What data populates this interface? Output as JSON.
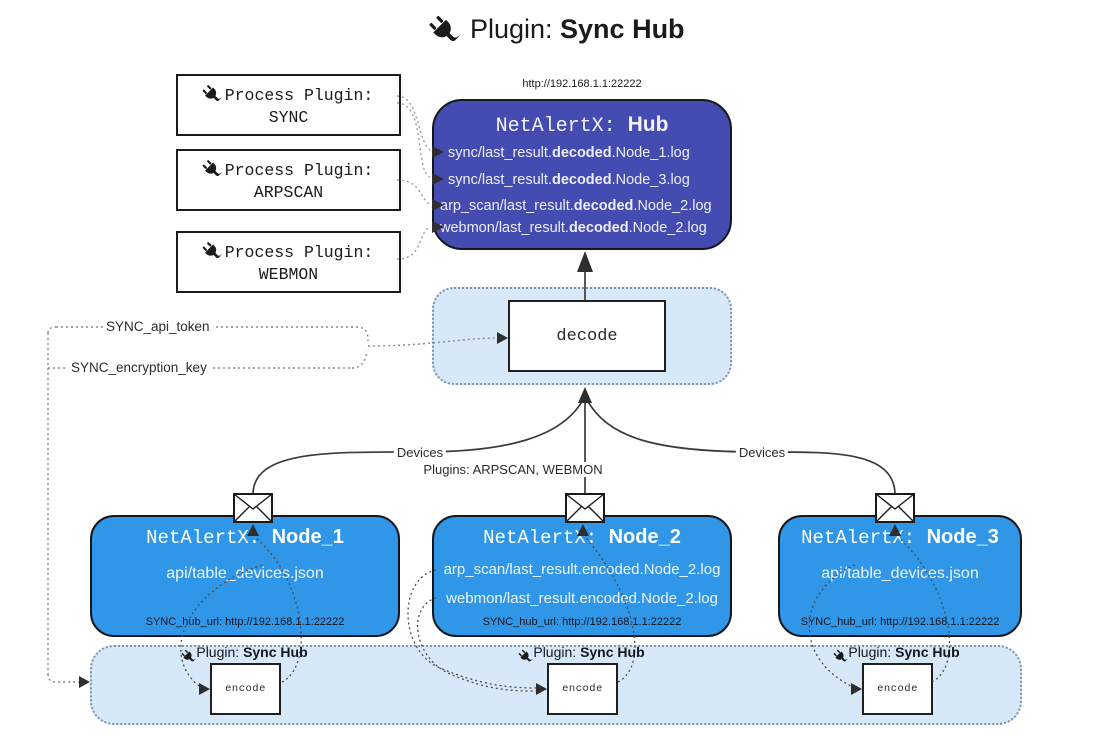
{
  "title": {
    "icon": "plug-icon",
    "prefix": "Plugin:",
    "name": "Sync Hub"
  },
  "process_plugins": [
    {
      "label": "Process Plugin:",
      "name": "SYNC"
    },
    {
      "label": "Process Plugin:",
      "name": "ARPSCAN"
    },
    {
      "label": "Process Plugin:",
      "name": "WEBMON"
    }
  ],
  "hub": {
    "url": "http://192.168.1.1:22222",
    "title_prefix": "NetAlertX: ",
    "title_name": "Hub",
    "rows": [
      {
        "pre": "sync/last_result.",
        "bold": "decoded",
        "post": ".Node_1.log"
      },
      {
        "pre": "sync/last_result.",
        "bold": "decoded",
        "post": ".Node_3.log"
      },
      {
        "pre": "arp_scan/last_result.",
        "bold": "decoded",
        "post": ".Node_2.log"
      },
      {
        "pre": "webmon/last_result.",
        "bold": "decoded",
        "post": ".Node_2.log"
      }
    ]
  },
  "decode_box": {
    "label": "decode"
  },
  "keys": {
    "api_token": "SYNC_api_token",
    "encryption_key": "SYNC_encryption_key"
  },
  "edge_labels": {
    "devices_left": "Devices",
    "plugins_center": "Plugins: ARPSCAN, WEBMON",
    "devices_right": "Devices"
  },
  "nodes": [
    {
      "title_prefix": "NetAlertX: ",
      "title_name": "Node_1",
      "lines": [
        "api/table_devices.json"
      ],
      "hub_url": "SYNC_hub_url: http://192.168.1.1:22222"
    },
    {
      "title_prefix": "NetAlertX: ",
      "title_name": "Node_2",
      "lines": [
        "arp_scan/last_result.encoded.Node_2.log",
        "webmon/last_result.encoded.Node_2.log"
      ],
      "hub_url": "SYNC_hub_url: http://192.168.1.1:22222"
    },
    {
      "title_prefix": "NetAlertX: ",
      "title_name": "Node_3",
      "lines": [
        "api/table_devices.json"
      ],
      "hub_url": "SYNC_hub_url: http://192.168.1.1:22222"
    }
  ],
  "sync_plugin_instances": [
    {
      "label_prefix": "Plugin:",
      "label_name": "Sync Hub",
      "box": "encode"
    },
    {
      "label_prefix": "Plugin:",
      "label_name": "Sync Hub",
      "box": "encode"
    },
    {
      "label_prefix": "Plugin:",
      "label_name": "Sync Hub",
      "box": "encode"
    }
  ],
  "colors": {
    "hub_bg": "#444cb1",
    "node_bg": "#2f96e8",
    "panel_bg": "#d7e9f8",
    "panel_border": "#7e95a8",
    "line_dark": "#3a3a3a",
    "dotted_gray": "#999999",
    "border_dark": "#16161d"
  }
}
